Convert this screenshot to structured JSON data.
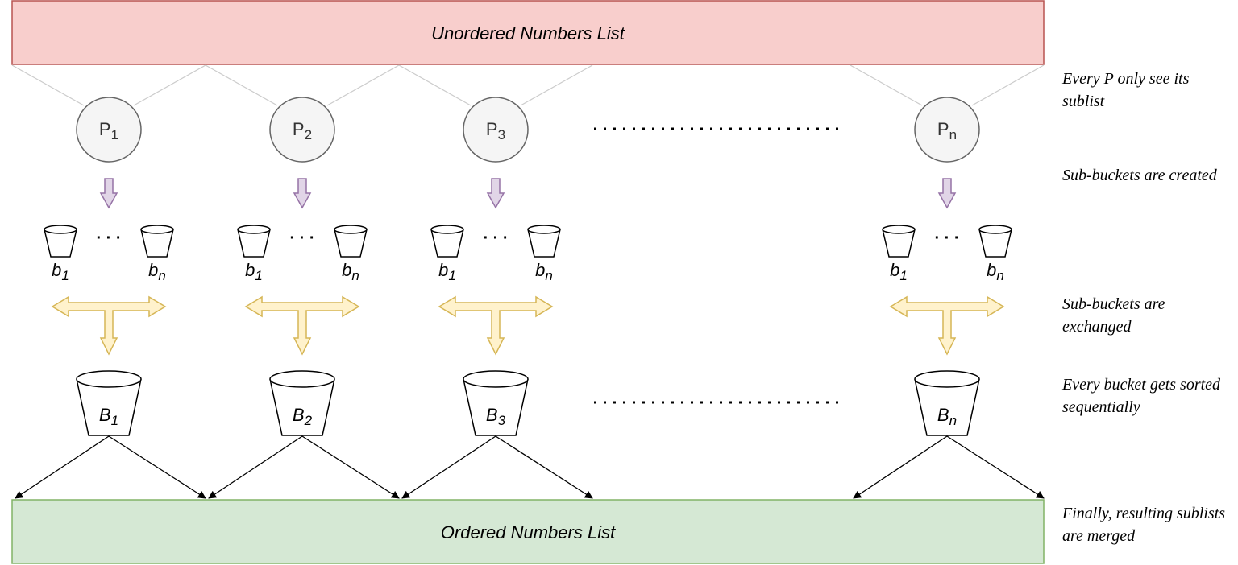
{
  "top_box": {
    "label": "Unordered Numbers List"
  },
  "bottom_box": {
    "label": "Ordered Numbers List"
  },
  "processors": [
    {
      "base": "P",
      "sub": "1"
    },
    {
      "base": "P",
      "sub": "2"
    },
    {
      "base": "P",
      "sub": "3"
    },
    {
      "base": "P",
      "sub": "n"
    }
  ],
  "sub_buckets": {
    "first": {
      "base": "b",
      "sub": "1"
    },
    "last": {
      "base": "b",
      "sub": "n"
    },
    "ellipsis": "· · ·"
  },
  "buckets": [
    {
      "base": "B",
      "sub": "1"
    },
    {
      "base": "B",
      "sub": "2"
    },
    {
      "base": "B",
      "sub": "3"
    },
    {
      "base": "B",
      "sub": "n"
    }
  ],
  "notes": [
    "Every P only see its sublist",
    "Sub-buckets are created",
    "Sub-buckets are exchanged",
    "Every bucket gets sorted sequentially",
    "Finally, resulting sublists are merged"
  ],
  "colors": {
    "top_fill": "#f8cecc",
    "top_stroke": "#b85450",
    "bottom_fill": "#d5e8d4",
    "bottom_stroke": "#82b366",
    "node_fill": "#f5f5f5",
    "node_stroke": "#666666",
    "purple_fill": "#e1d5e7",
    "purple_stroke": "#9673a6",
    "yellow_fill": "#fff2cc",
    "yellow_stroke": "#d6b656"
  }
}
